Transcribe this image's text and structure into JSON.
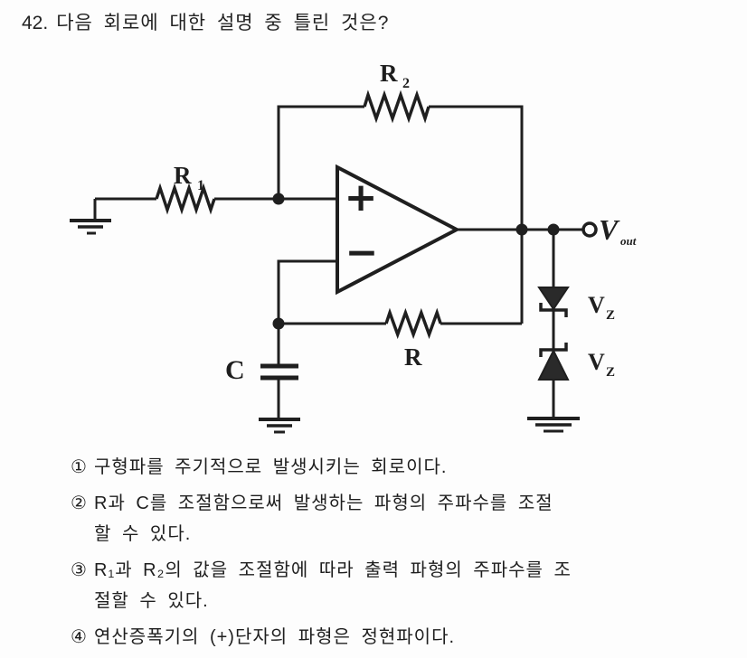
{
  "question": {
    "number": "42.",
    "title": "다음 회로에 대한 설명 중 틀린 것은?"
  },
  "circuit": {
    "labels": {
      "r1_base": "R",
      "r1_sub": "1",
      "r2_base": "R",
      "r2_sub": "2",
      "r_feedback": "R",
      "capacitor": "C",
      "opamp_plus": "+",
      "opamp_minus": "−",
      "vout_base": "V",
      "vout_sub": "out",
      "vz_top_base": "V",
      "vz_top_sub": "Z",
      "vz_bottom_base": "V",
      "vz_bottom_sub": "Z"
    }
  },
  "options": [
    {
      "marker": "①",
      "line1": "구형파를 주기적으로 발생시키는 회로이다."
    },
    {
      "marker": "②",
      "line1": "R과 C를 조절함으로써 발생하는 파형의 주파수를 조절",
      "line2": "할 수 있다."
    },
    {
      "marker": "③",
      "line1": "R₁과 R₂의 값을 조절함에 따라 출력 파형의 주파수를 조",
      "line2": "절할 수 있다."
    },
    {
      "marker": "④",
      "line1": "연산증폭기의 (+)단자의 파형은 정현파이다."
    }
  ]
}
